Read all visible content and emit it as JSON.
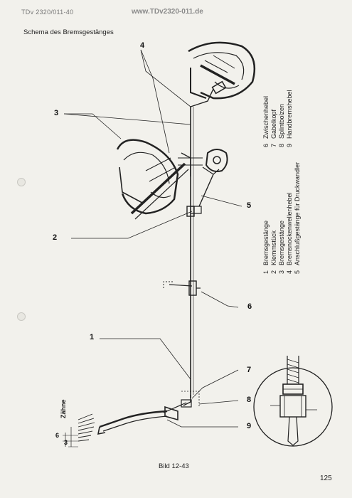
{
  "header": {
    "doc_code": "TDv 2320/011-40",
    "url": "www.TDv2320-011.de"
  },
  "title": "Schema des Bremsgestänges",
  "legend": {
    "left_column": [
      {
        "num": "1",
        "text": "Bremsgestänge"
      },
      {
        "num": "2",
        "text": "Klemmstück"
      },
      {
        "num": "3",
        "text": "Bremsgestänge"
      },
      {
        "num": "4",
        "text": "Bremsnockenwellenhebel"
      },
      {
        "num": "5",
        "text": "Anschlußgestänge für Druckwandler"
      }
    ],
    "right_column": [
      {
        "num": "6",
        "text": "Zwischenhebel"
      },
      {
        "num": "7",
        "text": "Gabelkopf"
      },
      {
        "num": "8",
        "text": "Splintbolzen"
      },
      {
        "num": "9",
        "text": "Handbremshebel"
      }
    ]
  },
  "callouts": {
    "c1": "1",
    "c2": "2",
    "c3": "3",
    "c4": "4",
    "c5": "5",
    "c6": "6",
    "c7": "7",
    "c8": "8",
    "c9": "9"
  },
  "teeth": {
    "label": "Zähne",
    "dim_outer": "6",
    "dim_inner": "3"
  },
  "caption": "Bild 12-43",
  "page_number": "125"
}
